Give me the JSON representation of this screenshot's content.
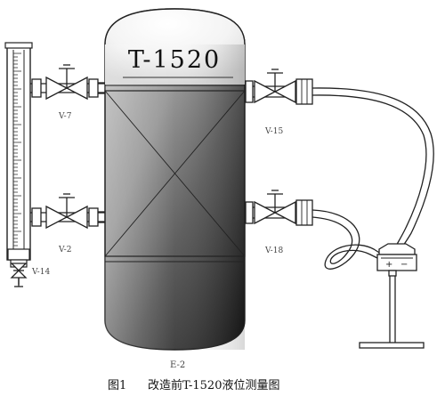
{
  "vessel": {
    "title": "T-1520",
    "tag": "E-2"
  },
  "valves": {
    "v7": "V-7",
    "v2": "V-2",
    "v14": "V-14",
    "v15": "V-15",
    "v18": "V-18"
  },
  "caption": {
    "figure": "图1",
    "text": "改造前T-1520液位测量图"
  }
}
